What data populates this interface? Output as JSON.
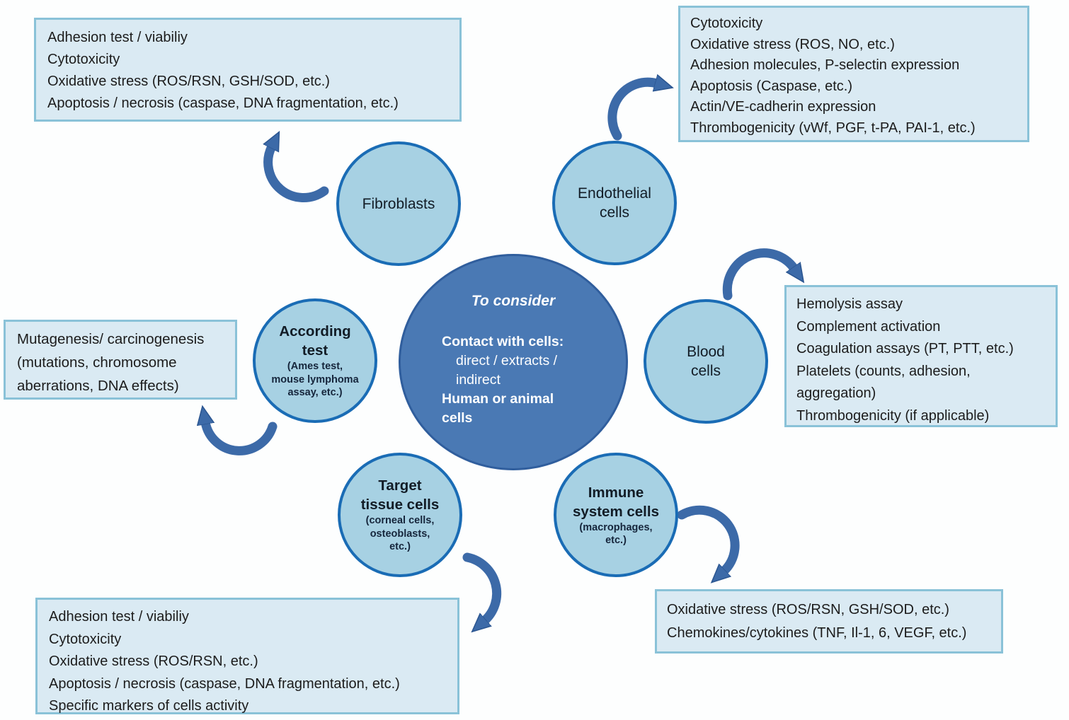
{
  "colors": {
    "node_fill": "#a7d1e3",
    "node_border": "#1a6cb5",
    "center_fill": "#4a79b4",
    "center_border": "#305e9d",
    "box_fill": "#daeaf3",
    "box_border": "#8ac2d8",
    "arrow": "#3c6aa8",
    "box_text": "#1c1c1c",
    "node_text": "#121c26",
    "center_text": "#ffffff"
  },
  "center": {
    "title": "To consider",
    "lines": [
      "Contact with cells:",
      "direct / extracts /",
      "indirect",
      "Human or animal",
      "cells"
    ]
  },
  "nodes": {
    "fibroblasts": {
      "lines": [
        "Fibroblasts"
      ]
    },
    "endothelial": {
      "lines": [
        "Endothelial",
        "cells"
      ]
    },
    "according": {
      "lines": [
        "According",
        "test"
      ],
      "sub": [
        "(Ames test,",
        "mouse lymphoma",
        "assay, etc.)"
      ]
    },
    "blood": {
      "lines": [
        "Blood",
        "cells"
      ]
    },
    "target": {
      "lines": [
        "Target",
        "tissue cells"
      ],
      "sub": [
        "(corneal cells,",
        "osteoblasts,",
        "etc.)"
      ]
    },
    "immune": {
      "lines": [
        "Immune",
        "system cells"
      ],
      "sub": [
        "(macrophages,",
        "etc.)"
      ]
    }
  },
  "boxes": {
    "fibroblasts_assays": {
      "lines": [
        "Adhesion test / viabiliy",
        "Cytotoxicity",
        "Oxidative stress (ROS/RSN, GSH/SOD, etc.)",
        "Apoptosis / necrosis (caspase, DNA fragmentation, etc.)"
      ]
    },
    "endothelial_assays": {
      "lines": [
        "Cytotoxicity",
        "Oxidative stress (ROS, NO, etc.)",
        "Adhesion molecules, P-selectin expression",
        "Apoptosis (Caspase, etc.)",
        "Actin/VE-cadherin expression",
        "Thrombogenicity (vWf, PGF, t-PA, PAI-1, etc.)"
      ]
    },
    "blood_assays": {
      "lines": [
        "Hemolysis assay",
        "Complement activation",
        "Coagulation assays (PT, PTT, etc.)",
        "Platelets (counts, adhesion,",
        "aggregation)",
        "Thrombogenicity (if applicable)"
      ]
    },
    "mutagenesis": {
      "lines": [
        "Mutagenesis/ carcinogenesis",
        "(mutations, chromosome",
        "aberrations, DNA effects)"
      ]
    },
    "target_assays": {
      "lines": [
        "Adhesion test / viabiliy",
        "Cytotoxicity",
        "Oxidative stress (ROS/RSN, etc.)",
        "Apoptosis / necrosis (caspase, DNA fragmentation, etc.)",
        "Specific markers of cells activity"
      ]
    },
    "immune_assays": {
      "lines": [
        "Oxidative stress (ROS/RSN, GSH/SOD, etc.)",
        "Chemokines/cytokines (TNF, Il-1, 6, VEGF, etc.)"
      ]
    }
  }
}
